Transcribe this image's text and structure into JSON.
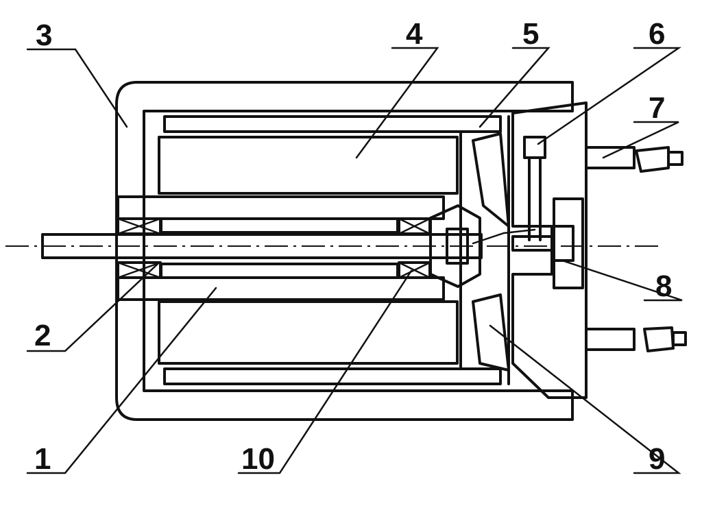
{
  "callouts": [
    {
      "id": "1",
      "text": "1"
    },
    {
      "id": "2",
      "text": "2"
    },
    {
      "id": "3",
      "text": "3"
    },
    {
      "id": "4",
      "text": "4"
    },
    {
      "id": "5",
      "text": "5"
    },
    {
      "id": "6",
      "text": "6"
    },
    {
      "id": "7",
      "text": "7"
    },
    {
      "id": "8",
      "text": "8"
    },
    {
      "id": "9",
      "text": "9"
    },
    {
      "id": "10",
      "text": "10"
    }
  ],
  "colors": {
    "ink": "#111111",
    "background": "#ffffff"
  }
}
